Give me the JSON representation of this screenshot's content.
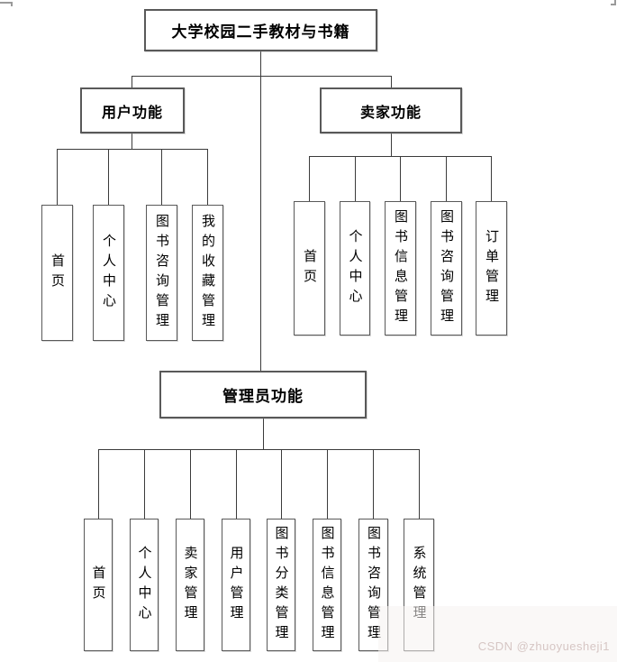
{
  "diagram": {
    "root": {
      "label": "大学校园二手教材与书籍"
    },
    "branches": [
      {
        "label": "用户功能",
        "children": [
          "首页",
          "个人中心",
          "图书咨询管理",
          "我的收藏管理"
        ]
      },
      {
        "label": "卖家功能",
        "children": [
          "首页",
          "个人中心",
          "图书信息管理",
          "图书咨询管理",
          "订单管理"
        ]
      },
      {
        "label": "管理员功能",
        "children": [
          "首页",
          "个人中心",
          "卖家管理",
          "用户管理",
          "图书分类管理",
          "图书信息管理",
          "图书咨询管理",
          "系统管理"
        ]
      }
    ]
  },
  "watermark": {
    "text": "CSDN @zhuoyuesheji1",
    "color": "#d6c6c4"
  },
  "colors": {
    "box_border": "#595959",
    "line": "#3b3b3b",
    "text": "#000000"
  }
}
